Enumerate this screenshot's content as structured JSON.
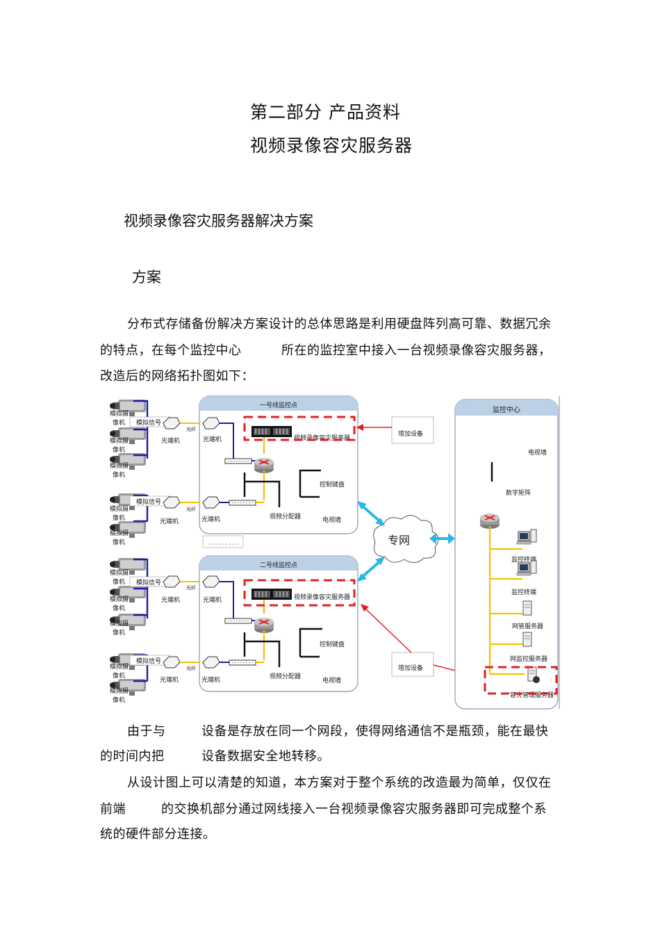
{
  "heading": {
    "line1": "第二部分    产品资料",
    "line2": "视频录像容灾服务器"
  },
  "section_title": "视频录像容灾服务器解决方案",
  "subsection_title": "方案",
  "intro": {
    "line1": "分布式存储备份解决方案设计的总体思路是利用硬盘阵列高可靠、数据冗余",
    "line2a": "的特点，在每个监控中心",
    "line2b": "所在的监控室中接入一台视频录像容灾服务器，",
    "line3": "改造后的网络拓扑图如下："
  },
  "diagram": {
    "site1_title": "一号线监控点",
    "site2_title": "二号线监控点",
    "center_title": "监控中心",
    "camera_label_a": "模拟摄",
    "camera_label_b": "像机",
    "analog_signal": "模拟信号",
    "fiber": "光纤",
    "optical_terminal": "光端机",
    "dvr_server": "视频录像容灾服务器",
    "control_keyboard": "控制键盘",
    "video_distributor": "视频分配器",
    "tv_wall": "电视墙",
    "add_device": "增加设备",
    "private_network": "专网",
    "digital_matrix": "数字矩阵",
    "monitor_terminal": "监控终端",
    "nms_server": "网管服务器",
    "net_monitor_server": "网监控服务器",
    "dr_mgmt_server": "容灾管理服务器",
    "colors": {
      "red": "#e02020",
      "blue": "#1a1aa8",
      "yellow": "#f2c200",
      "cyan": "#2ab6e8",
      "panel": "#5b7faa"
    }
  },
  "para2": {
    "line1a": "由于与",
    "line1b": "设备是存放在同一个网段，使得网络通信不是瓶颈，能在最快",
    "line2a": "的时间内把",
    "line2b": "设备数据安全地转移。"
  },
  "para3": {
    "line1": "从设计图上可以清楚的知道，本方案对于整个系统的改造最为简单，仅仅在",
    "line2a": "前端",
    "line2b": "的交换机部分通过网线接入一台视频录像容灾服务器即可完成整个系",
    "line3": "统的硬件部分连接。"
  }
}
